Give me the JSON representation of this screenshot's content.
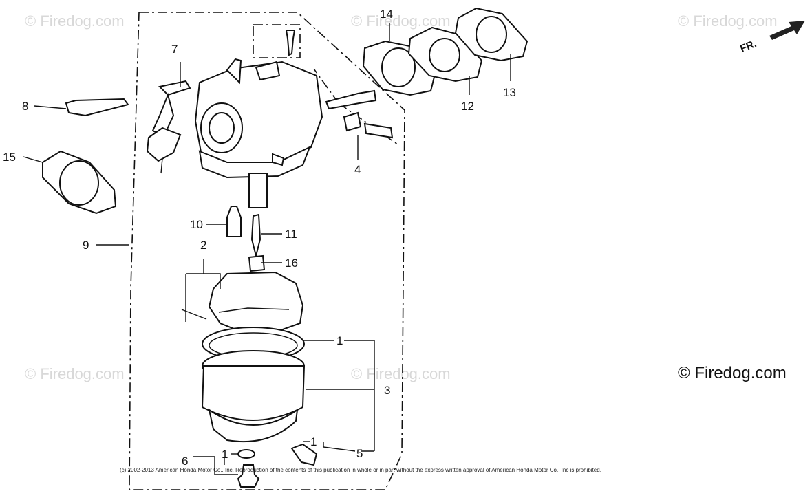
{
  "diagram": {
    "callouts": {
      "c1a": "1",
      "c1b": "1",
      "c1c": "1",
      "c2": "2",
      "c3": "3",
      "c4": "4",
      "c5": "5",
      "c6": "6",
      "c7": "7",
      "c8": "8",
      "c9": "9",
      "c10": "10",
      "c11": "11",
      "c12": "12",
      "c13": "13",
      "c14": "14",
      "c15": "15",
      "c16": "16"
    },
    "direction_label": "FR.",
    "watermark": "© Firedog.com",
    "watermark_main": "© Firedog.com",
    "copyright": "(c) 2002-2013 American Honda Motor Co., Inc. Reproduction of the contents of this publication in whole or in part without the express written approval of American Honda Motor Co., Inc is prohibited."
  }
}
